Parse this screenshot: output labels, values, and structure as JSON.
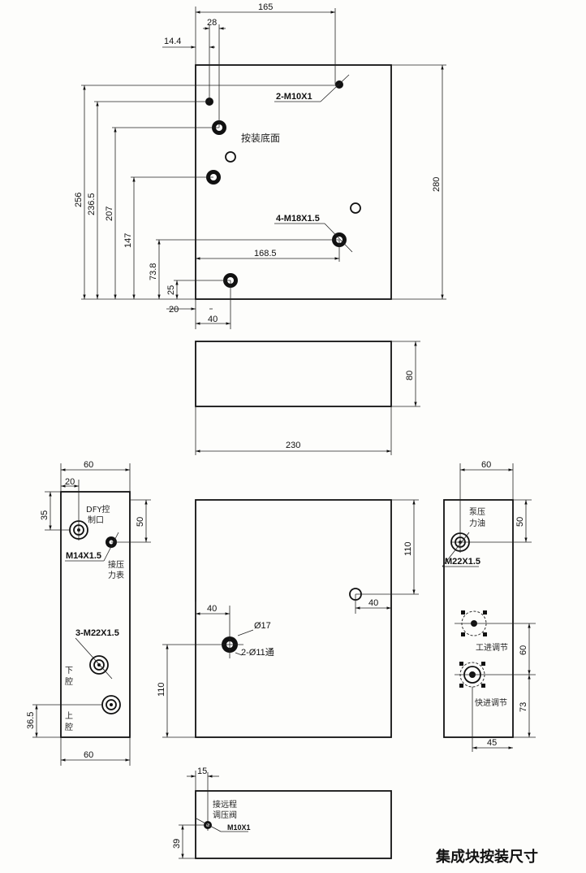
{
  "title": "集成块按装尺寸",
  "top_view": {
    "dims": [
      "165",
      "28",
      "14.4",
      "256",
      "236.5",
      "207",
      "147",
      "73.8",
      "25",
      "20",
      "40",
      "168.5",
      "280"
    ],
    "labels": {
      "m10": "2-M10X1",
      "mount": "按装底面",
      "m18": "4-M18X1.5"
    }
  },
  "side_view": {
    "dims": [
      "80",
      "230"
    ]
  },
  "left_view": {
    "dims": [
      "60",
      "20",
      "35",
      "50",
      "36.5",
      "60"
    ],
    "labels": {
      "dfy1": "DFY控",
      "dfy2": "制口",
      "m14": "M14X1.5",
      "gauge1": "接压",
      "gauge2": "力表",
      "m22": "3-M22X1.5",
      "low1": "下",
      "low2": "腔",
      "up1": "上",
      "up2": "腔"
    }
  },
  "front_view": {
    "dims": [
      "110",
      "40",
      "40",
      "110"
    ],
    "labels": {
      "d17": "Ø17",
      "d11": "2-Ø11通"
    }
  },
  "right_view": {
    "dims": [
      "60",
      "50",
      "60",
      "73",
      "45"
    ],
    "labels": {
      "pump1": "泵压",
      "pump2": "力油",
      "m22": "M22X1.5",
      "work": "工进调节",
      "fast": "快进调节"
    }
  },
  "bottom_view": {
    "dims": [
      "15",
      "39"
    ],
    "labels": {
      "remote1": "接远程",
      "remote2": "调压阀",
      "m10": "M10X1"
    }
  }
}
